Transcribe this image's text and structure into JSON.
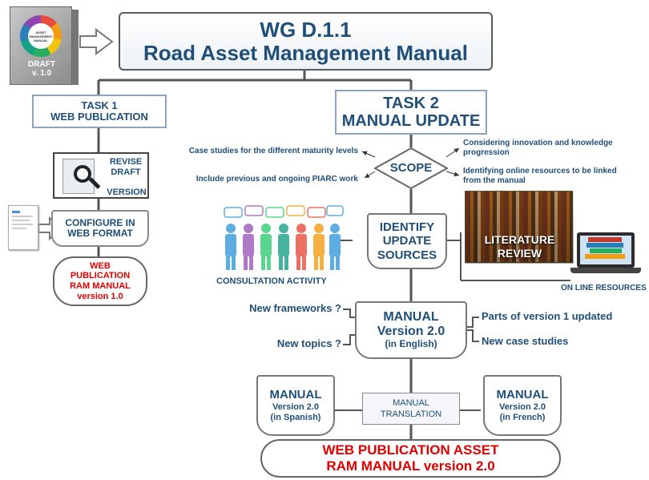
{
  "title": {
    "line1": "WG D.1.1",
    "line2": "Road Asset Management Manual"
  },
  "draft_book": {
    "cover_line1": "ASSET",
    "cover_line2": "MANAGEMENT",
    "cover_line3": "MANUAL",
    "draft": "DRAFT",
    "version": "v. 1.0"
  },
  "task1": {
    "line1": "TASK 1",
    "line2": "WEB PUBLICATION"
  },
  "task2": {
    "line1": "TASK 2",
    "line2": "MANUAL UPDATE"
  },
  "revise": {
    "line1": "REVISE",
    "line2": "DRAFT",
    "line3": "VERSION"
  },
  "configure": {
    "line1": "CONFIGURE IN",
    "line2": "WEB FORMAT"
  },
  "web_pub_v1": {
    "line1": "WEB",
    "line2": "PUBLICATION",
    "line3": "RAM MANUAL",
    "line4": "version 1.0"
  },
  "scope": {
    "label": "SCOPE",
    "left_top": "Case studies for the different maturity levels",
    "left_bottom": "Include  previous and ongoing PIARC work",
    "right_top_line1": "Considering  innovation  and  knowledge",
    "right_top_line2": "progression",
    "right_bottom_line1": "Identifying online resources to be linked",
    "right_bottom_line2": "from the manual"
  },
  "identify": {
    "line1": "IDENTIFY",
    "line2": "UPDATE",
    "line3": "SOURCES"
  },
  "consultation": "CONSULTATION ACTIVITY",
  "literature": {
    "line1": "LITERATURE",
    "line2": "REVIEW"
  },
  "online_resources": "ON LINE RESOURCES",
  "manual_v2": {
    "line1": "MANUAL",
    "line2": "Version 2.0",
    "line3": "(in English)"
  },
  "manual_v2_notes": {
    "left_top": "New frameworks ?",
    "left_bottom": "New topics ?",
    "right_top": "Parts of version 1 updated",
    "right_bottom": "New case studies"
  },
  "manual_spanish": {
    "line1": "MANUAL",
    "line2": "Version 2.0",
    "line3": "(in Spanish)"
  },
  "translation": {
    "line1": "MANUAL",
    "line2": "TRANSLATION"
  },
  "manual_french": {
    "line1": "MANUAL",
    "line2": "Version 2.0",
    "line3": "(in French)"
  },
  "final": {
    "line1": "WEB PUBLICATION ASSET",
    "line2": "RAM MANUAL version 2.0"
  },
  "colors": {
    "navy": "#1f4e79",
    "red": "#e00000",
    "connector": "#555555"
  }
}
